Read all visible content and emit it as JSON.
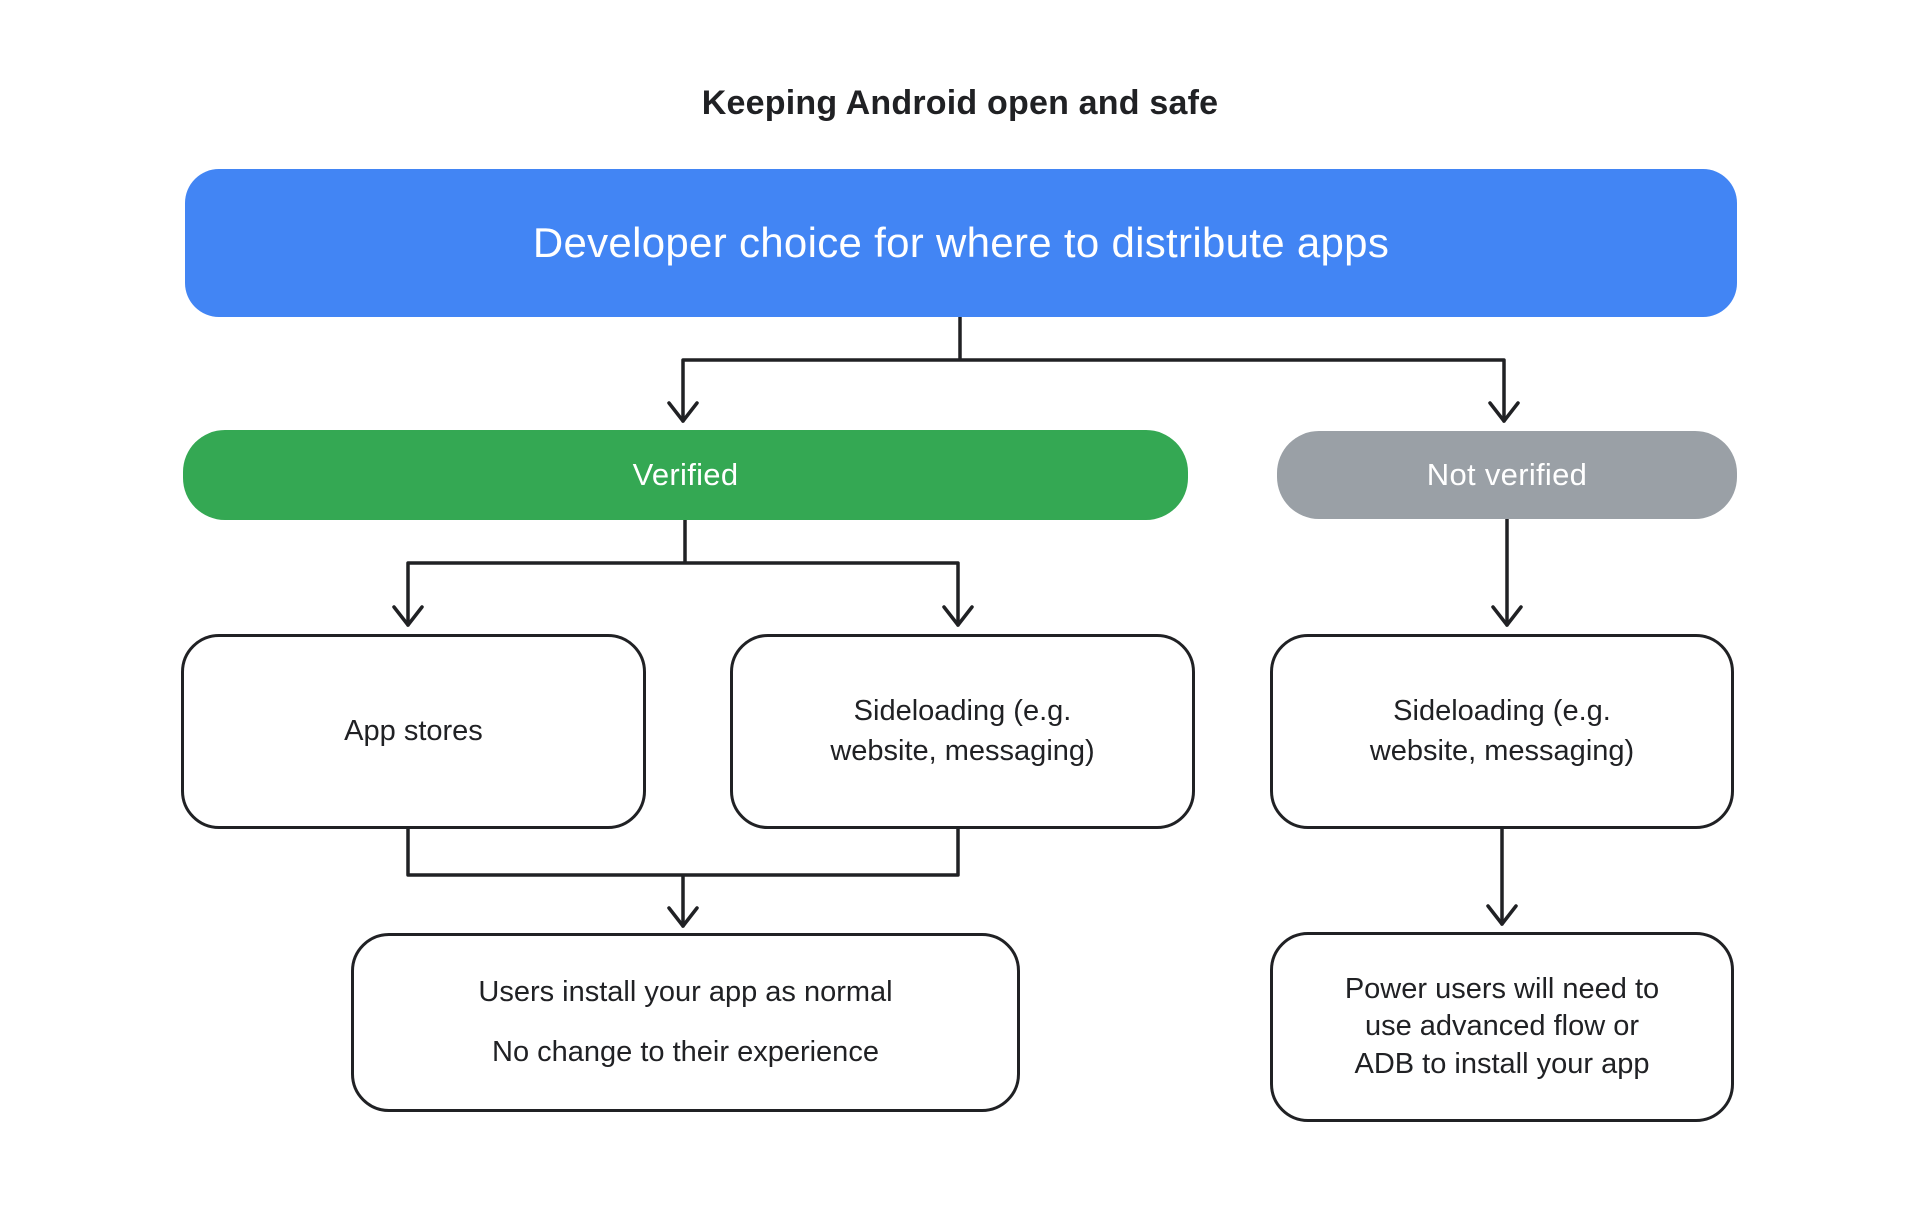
{
  "title": "Keeping Android open and safe",
  "colors": {
    "root_bg": "#4285F4",
    "verified_bg": "#34A853",
    "not_verified_bg": "#9AA0A6",
    "node_border": "#202124",
    "text_dark": "#202124",
    "text_light": "#FFFFFF",
    "connector": "#202124",
    "canvas_bg": "#FFFFFF"
  },
  "nodes": {
    "root": {
      "label": "Developer choice for where to distribute apps"
    },
    "verified": {
      "label": "Verified"
    },
    "not_verified": {
      "label": "Not verified"
    },
    "app_stores": {
      "label": "App stores"
    },
    "sideloading_verified": {
      "lines": [
        "Sideloading (e.g.",
        "website, messaging)"
      ]
    },
    "sideloading_not_verified": {
      "lines": [
        "Sideloading (e.g.",
        "website, messaging)"
      ]
    },
    "users_install": {
      "lines": [
        "Users install your app as normal",
        "No change to their experience"
      ]
    },
    "power_users": {
      "lines": [
        "Power users will need to",
        "use advanced flow or",
        "ADB to install your app"
      ]
    }
  }
}
